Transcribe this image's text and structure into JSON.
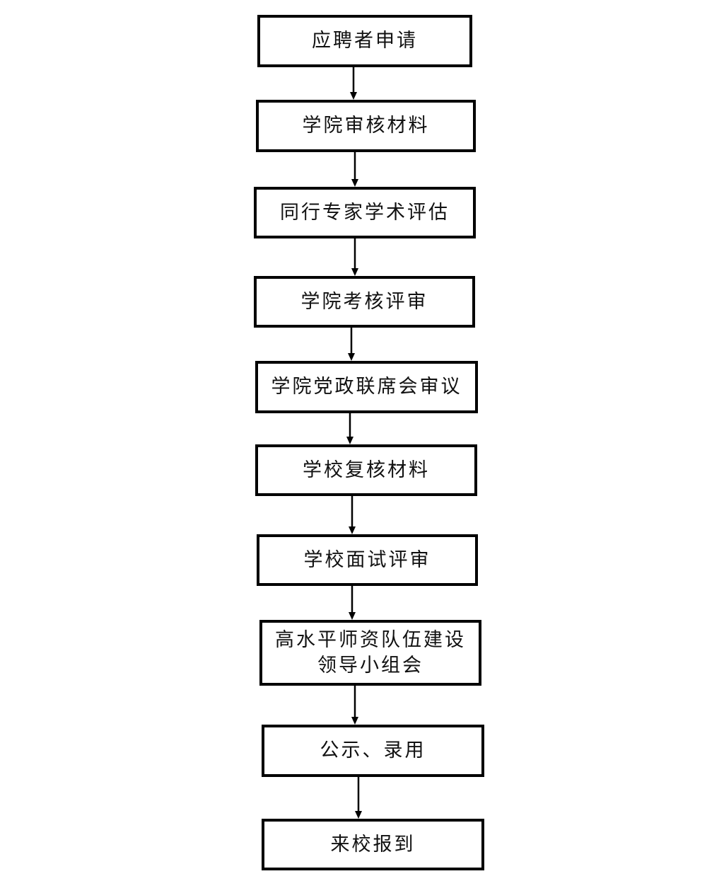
{
  "flowchart": {
    "steps": [
      {
        "label": "应聘者申请"
      },
      {
        "label": "学院审核材料"
      },
      {
        "label": "同行专家学术评估"
      },
      {
        "label": "学院考核评审"
      },
      {
        "label": "学院党政联席会审议"
      },
      {
        "label": "学校复核材料"
      },
      {
        "label": "学校面试评审"
      },
      {
        "label": "高水平师资队伍建设",
        "label2": "领导小组会"
      },
      {
        "label": "公示、录用"
      },
      {
        "label": "来校报到"
      }
    ],
    "colors": {
      "stroke": "#000000",
      "background": "#ffffff"
    }
  }
}
